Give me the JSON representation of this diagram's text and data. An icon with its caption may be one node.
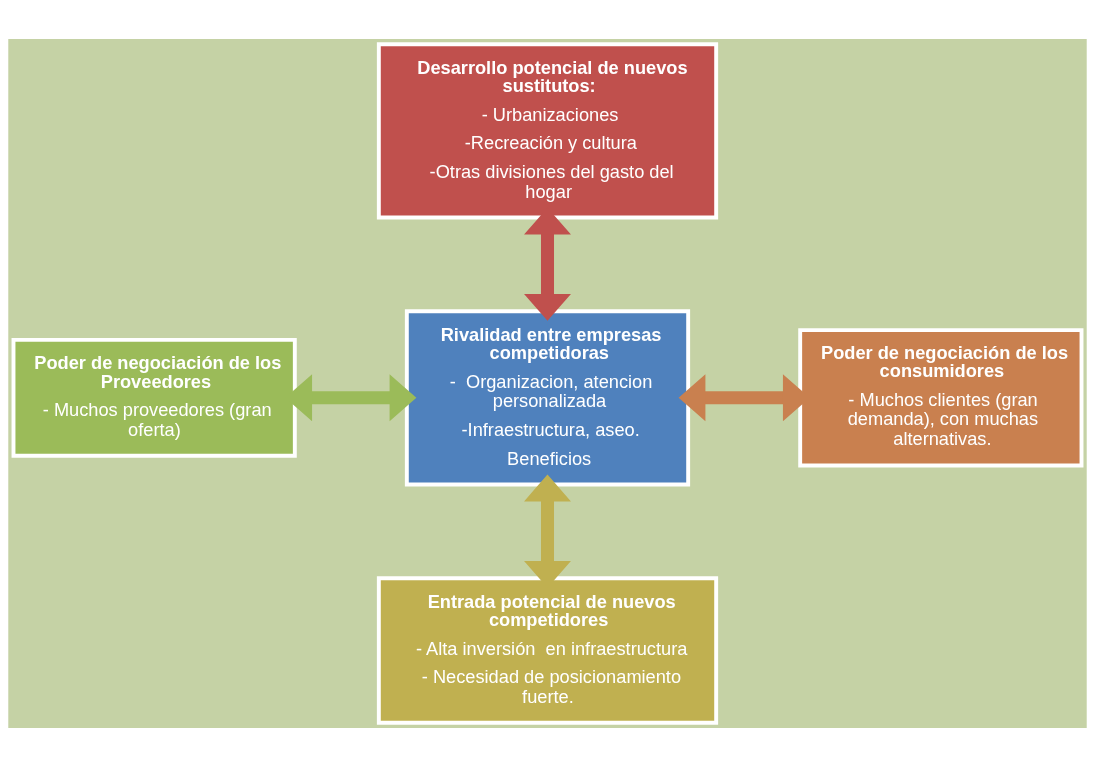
{
  "diagram": {
    "nodes": [
      {
        "text": [
          "Desarrollo potencial de nuevos sustitutos:",
          "- Urbanizaciones",
          "-Recreación y cultura",
          "-Otras divisiones del gasto del hogar"
        ]
      },
      {
        "text": [
          "Poder de negociación de los Proveedores",
          "- Muchos proveedores (gran oferta)"
        ]
      },
      {
        "text": [
          "Rivalidad entre empresas competidoras",
          "-  Organizacion, atencion personalizada",
          "-Infraestructura, aseo.",
          "Beneficios"
        ]
      },
      {
        "text": [
          "Poder de negociación de los consumidores",
          "- Muchos clientes (gran demanda), con muchas alternativas."
        ]
      },
      {
        "text": [
          "Entrada potencial de nuevos competidores",
          "- Alta inversión  en infraestructura",
          "- Necesidad de posicionamiento fuerte."
        ]
      }
    ],
    "edges": [
      {
        "from": 0,
        "to": 2,
        "arrow": "both",
        "color": "#c0504d"
      },
      {
        "from": 1,
        "to": 2,
        "arrow": "both",
        "color": "#9bbb59"
      },
      {
        "from": 2,
        "to": 3,
        "arrow": "both",
        "color": "#c9804f"
      },
      {
        "from": 2,
        "to": 4,
        "arrow": "both",
        "color": "#c0b050"
      }
    ]
  }
}
